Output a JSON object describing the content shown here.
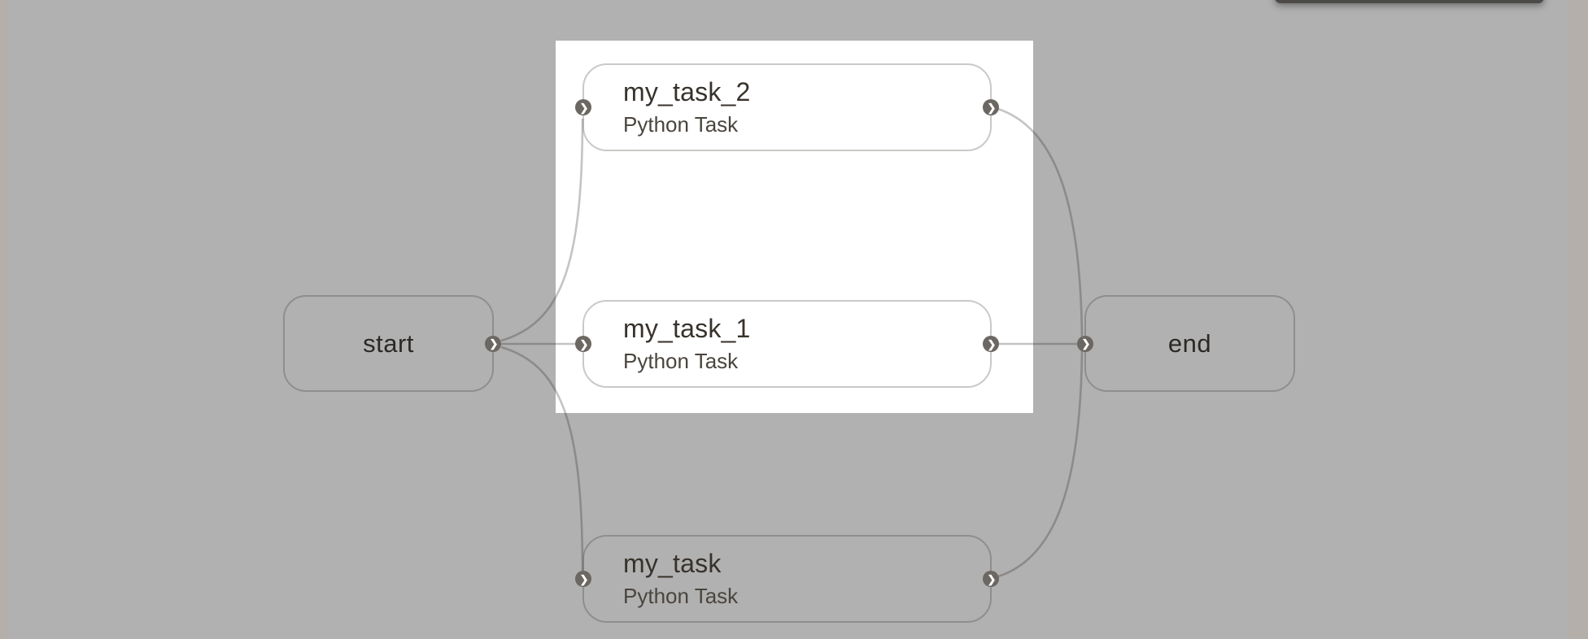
{
  "ui": {
    "connector_glyph": "❯",
    "colors": {
      "canvas": "#b1b1b1",
      "screen_edge_strip": "#b5afa9",
      "selection_overlay": "#ffffff",
      "node_border": "rgba(42,38,32,0.25)",
      "edge_stroke": "rgba(42,38,32,0.27)",
      "handle_fill": "#6b6762",
      "handle_glyph": "#ffffff",
      "title_text": "#37322b",
      "subtitle_text": "#4a453e",
      "cutoff_toolbar": "#4d4b48"
    }
  },
  "nodes": {
    "start": {
      "label": "start",
      "type": "terminal"
    },
    "my_task_2": {
      "title": "my_task_2",
      "subtitle": "Python Task",
      "type": "task"
    },
    "my_task_1": {
      "title": "my_task_1",
      "subtitle": "Python Task",
      "type": "task"
    },
    "my_task": {
      "title": "my_task",
      "subtitle": "Python Task",
      "type": "task"
    },
    "end": {
      "label": "end",
      "type": "terminal"
    }
  },
  "edges": [
    {
      "from": "start",
      "to": "my_task_2"
    },
    {
      "from": "start",
      "to": "my_task_1"
    },
    {
      "from": "start",
      "to": "my_task"
    },
    {
      "from": "my_task_2",
      "to": "end"
    },
    {
      "from": "my_task_1",
      "to": "end"
    },
    {
      "from": "my_task",
      "to": "end"
    }
  ]
}
